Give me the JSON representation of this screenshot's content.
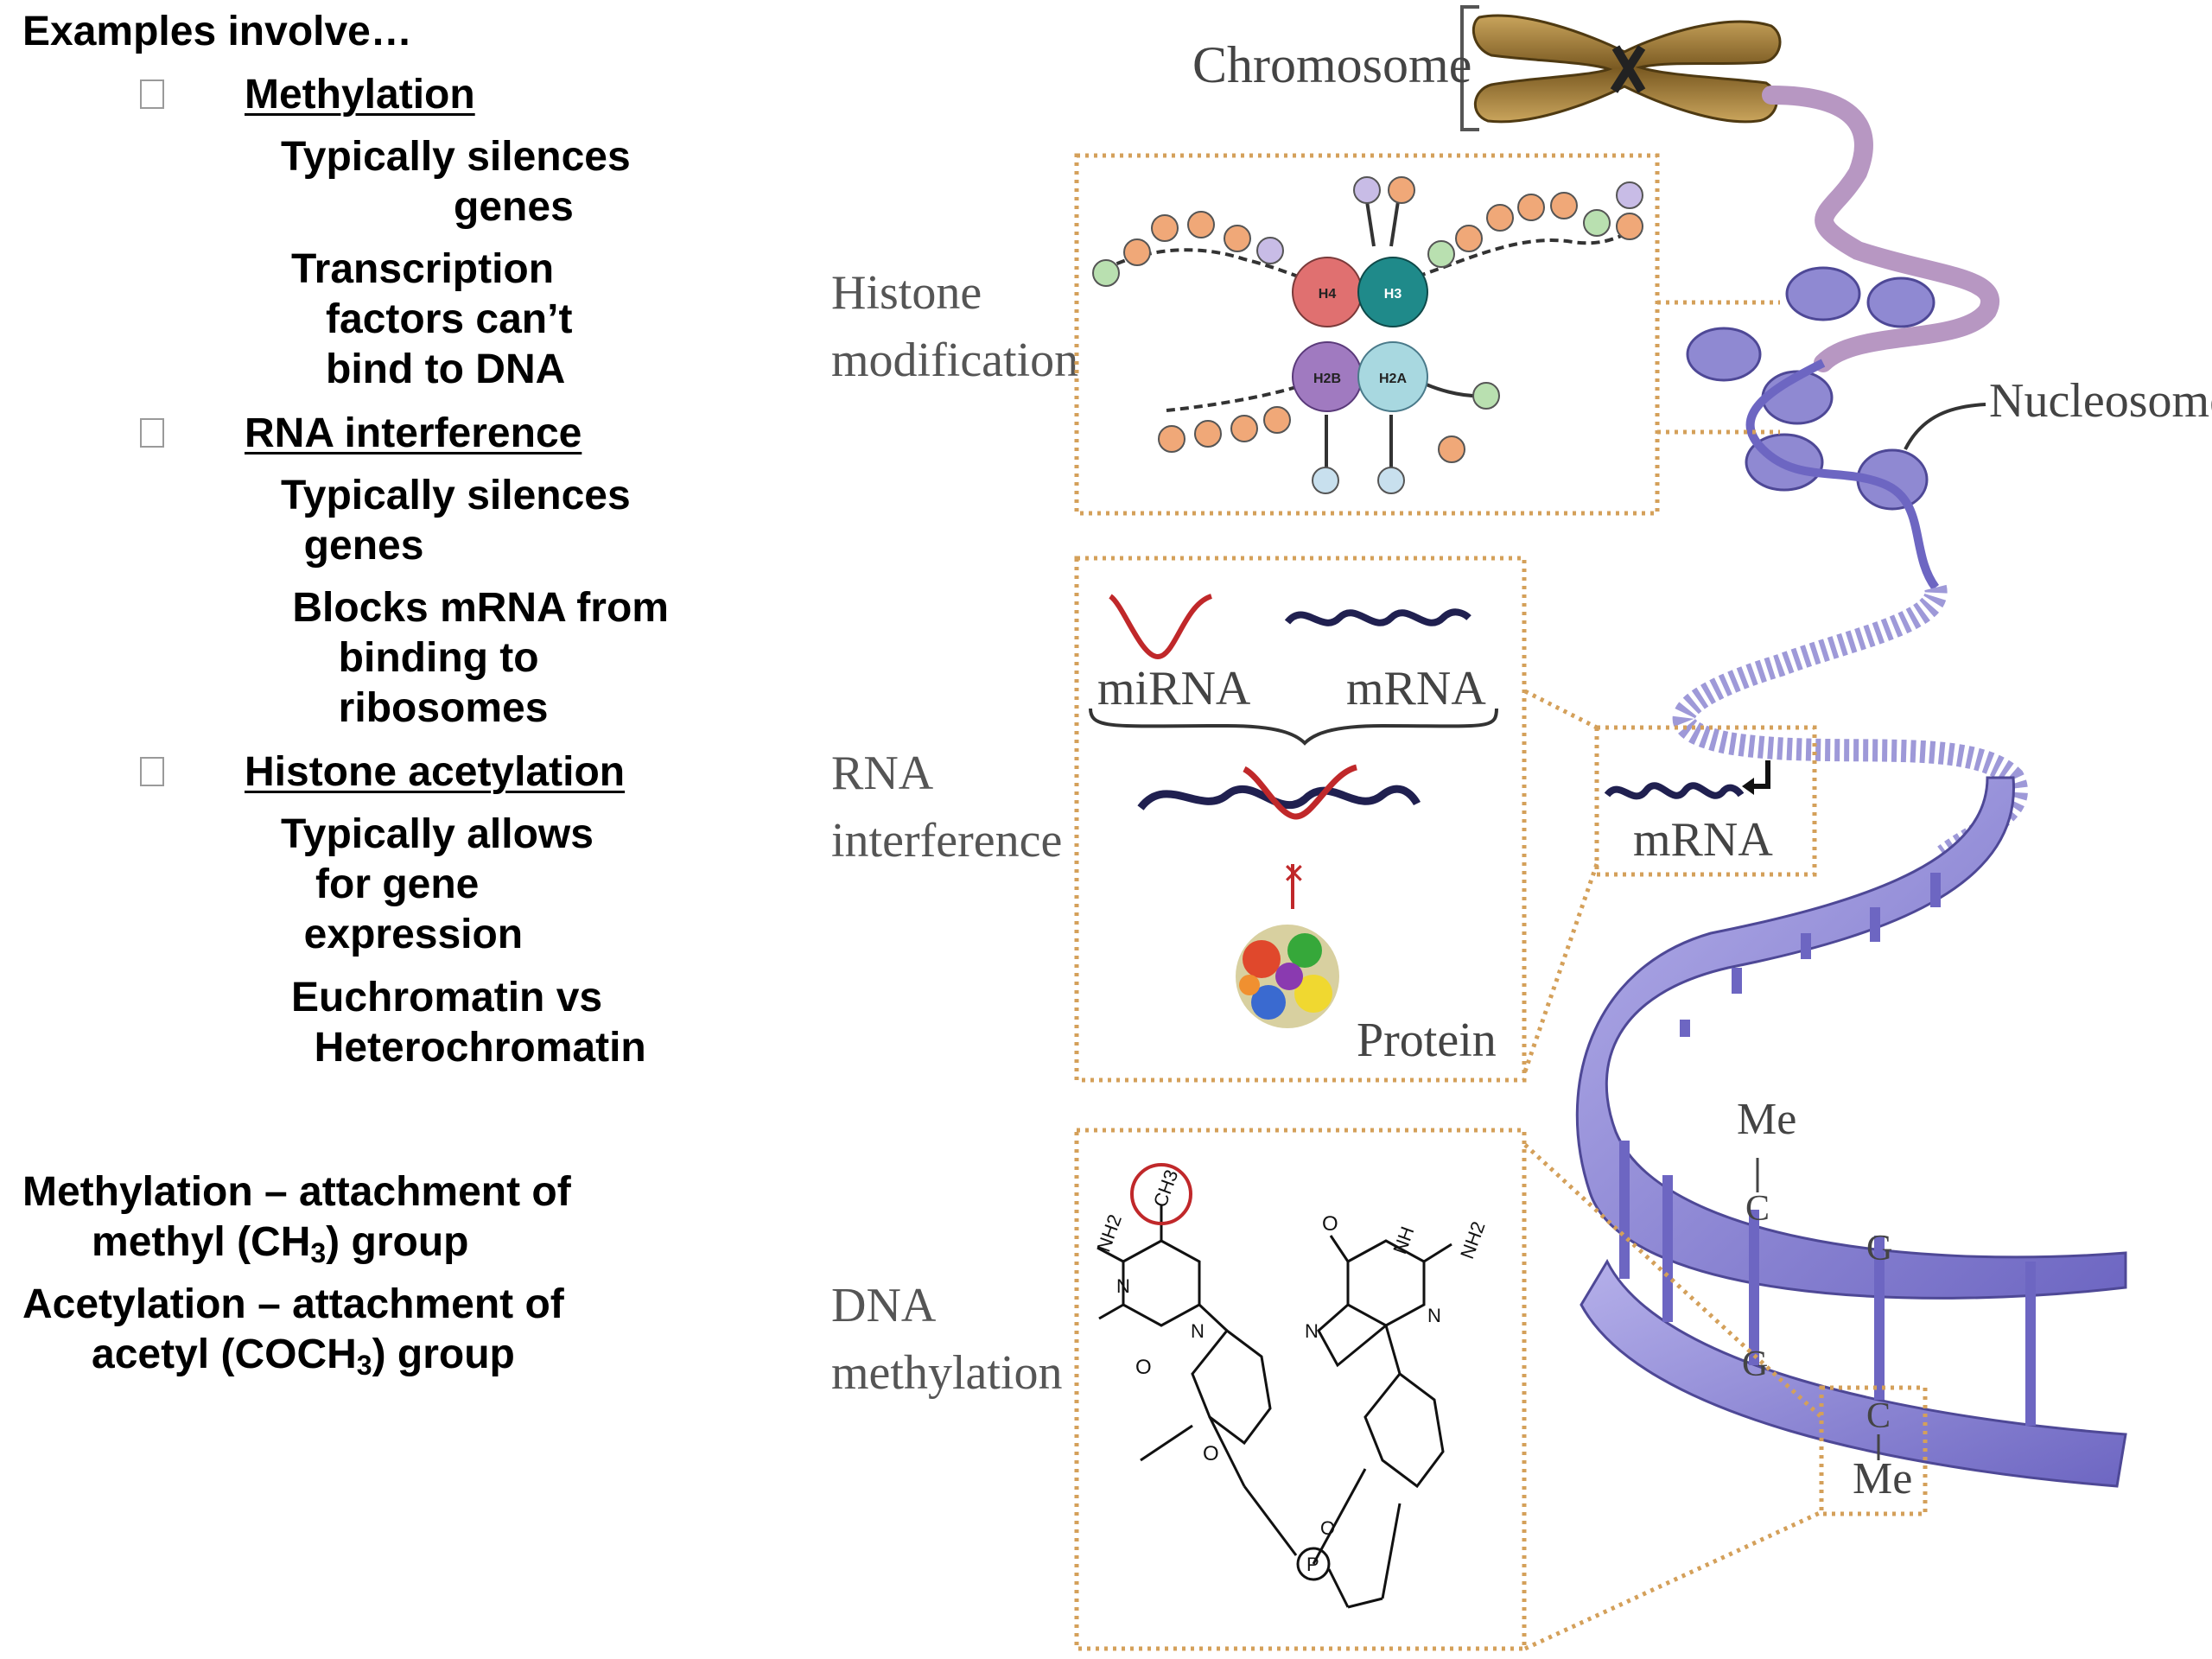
{
  "left_panel": {
    "heading": "Examples involve…",
    "items": [
      {
        "title": "Methylation",
        "notes": [
          "Typically silences\n               genes",
          "Transcription\n   factors can’t\n   bind to DNA"
        ]
      },
      {
        "title": "RNA interference",
        "notes": [
          "Typically silences\n  genes",
          " Blocks mRNA from\n     binding to\n     ribosomes"
        ]
      },
      {
        "title": "Histone acetylation",
        "notes": [
          "Typically allows\n   for gene\n  expression",
          "Euchromatin vs\n  Heterochromatin"
        ]
      }
    ],
    "definitions": {
      "methylation_pre": "Methylation – attachment of\n      methyl (CH",
      "methylation_sub": "3",
      "methylation_post": ") group",
      "acetylation_pre": "Acetylation – attachment of\n      acetyl (COCH",
      "acetylation_sub": "3",
      "acetylation_post": ") group"
    }
  },
  "figure": {
    "labels": {
      "chromosome": "Chromosome",
      "histone_modification": "Histone\nmodification",
      "nucleosome": "Nucleosome",
      "rna_interference": "RNA\ninterference",
      "dna_methylation": "DNA\nmethylation",
      "mirna": "miRNA",
      "mrna": "mRNA",
      "mrna_side": "mRNA",
      "protein": "Protein",
      "me_top": "Me",
      "me_bottom": "Me",
      "base_c1": "C",
      "base_g1": "G",
      "base_g2": "G",
      "base_c2": "C",
      "h4": "H4",
      "h3": "H3",
      "h2b": "H2B",
      "h2a": "H2A",
      "ch3": "CH3",
      "nh2_a": "NH2",
      "nh2_b": "NH2",
      "nh": "NH",
      "n1": "N",
      "n2": "N",
      "n3": "N",
      "n4": "N",
      "o1": "O",
      "o2": "O",
      "o3": "O",
      "o4": "O",
      "p": "P"
    },
    "colors": {
      "box_border": "#d4a05a",
      "dna_ribbon": "#8c86d6",
      "dna_ribbon_dark": "#5e58b0",
      "chromosome": "#a9843e",
      "mirna": "#c0282a",
      "mrna": "#202050",
      "h4": "#e07070",
      "h3": "#1f8a8a",
      "h2b": "#a07ac0",
      "h2a": "#a8d8e0",
      "orange_dot": "#f0a878"
    }
  }
}
